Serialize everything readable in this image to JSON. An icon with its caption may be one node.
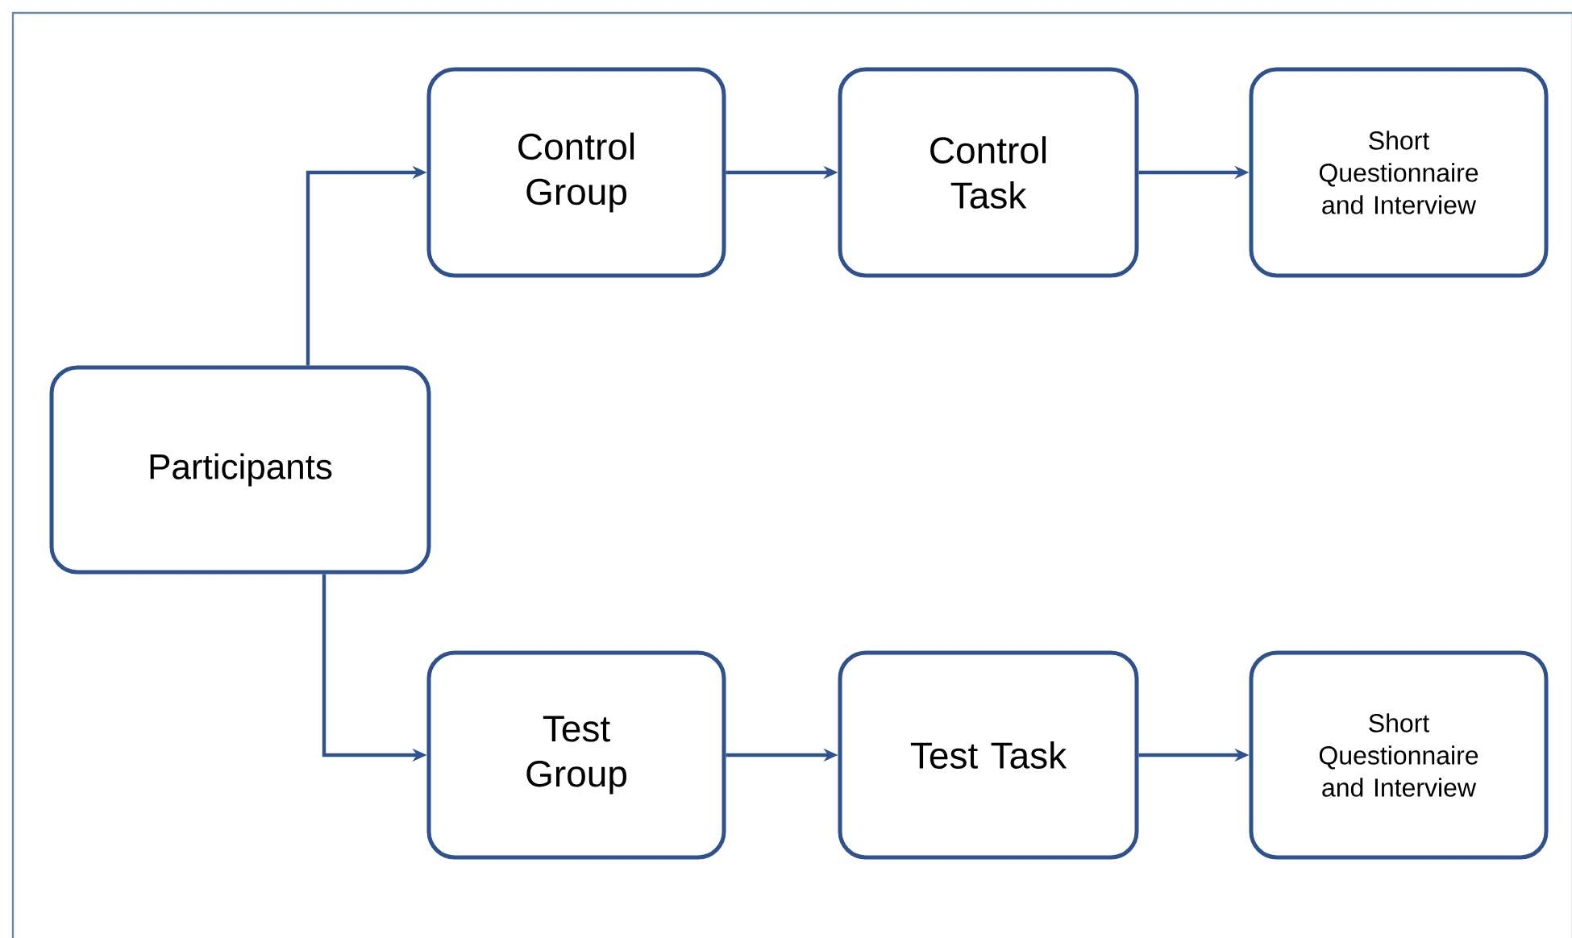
{
  "diagram": {
    "nodes": [
      {
        "text": [
          "Participants"
        ]
      },
      {
        "text": [
          "Control Group"
        ]
      },
      {
        "text": [
          "Control Task"
        ]
      },
      {
        "text": [
          "Short Questionnaire and Interview"
        ]
      },
      {
        "text": [
          "Test Group"
        ]
      },
      {
        "text": [
          "Test Task"
        ]
      },
      {
        "text": [
          "Short Questionnaire and Interview"
        ]
      }
    ],
    "edges": [
      {
        "from": 0,
        "to": 1,
        "arrow": "to"
      },
      {
        "from": 1,
        "to": 2,
        "arrow": "to"
      },
      {
        "from": 2,
        "to": 3,
        "arrow": "to"
      },
      {
        "from": 0,
        "to": 4,
        "arrow": "to"
      },
      {
        "from": 4,
        "to": 5,
        "arrow": "to"
      },
      {
        "from": 5,
        "to": 6,
        "arrow": "to"
      }
    ]
  }
}
